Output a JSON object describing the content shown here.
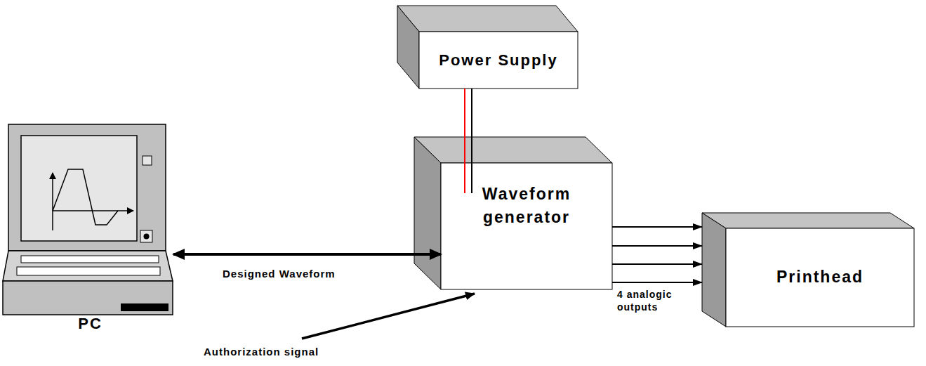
{
  "diagram": {
    "nodes": [
      {
        "text": [
          "Power Supply"
        ]
      },
      {
        "text": [
          "PC"
        ]
      },
      {
        "text": [
          "Waveform generator"
        ]
      },
      {
        "text": [
          "Printhead"
        ]
      }
    ],
    "edges": [
      {
        "from": 1,
        "to": 2,
        "arrow": "both",
        "label": "Designed Waveform"
      },
      {
        "from": 0,
        "to": 2,
        "arrow": "none"
      },
      {
        "from": 0,
        "to": 2,
        "arrow": "none"
      },
      {
        "from": 2,
        "to": 3,
        "arrow": "to"
      },
      {
        "from": 2,
        "to": 3,
        "arrow": "to"
      },
      {
        "from": 2,
        "to": 3,
        "arrow": "to"
      },
      {
        "from": 2,
        "to": 3,
        "arrow": "to",
        "label": "4 analogic outputs"
      }
    ],
    "labels": [
      "Authorization signal"
    ]
  }
}
